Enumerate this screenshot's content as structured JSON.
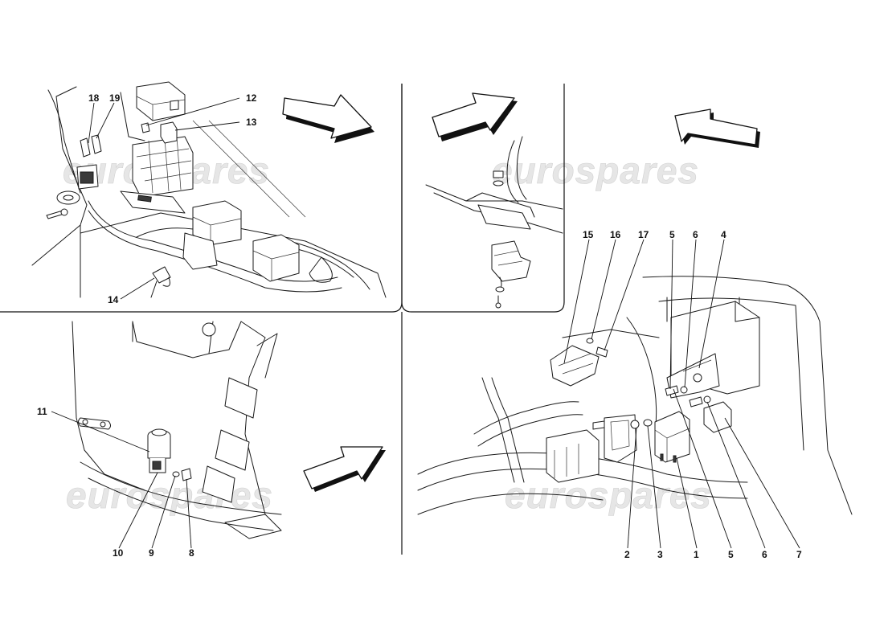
{
  "watermark": {
    "text": "eurospares"
  },
  "callouts": {
    "top_left": [
      "18",
      "19",
      "12",
      "13",
      "14"
    ],
    "bottom_left": [
      "11",
      "10",
      "9",
      "8"
    ],
    "right_top": [
      "15",
      "16",
      "17",
      "5",
      "6",
      "4"
    ],
    "right_bottom": [
      "2",
      "3",
      "1",
      "5",
      "6",
      "7"
    ]
  },
  "arrows": [
    "direction-arrow",
    "direction-arrow",
    "direction-arrow",
    "direction-arrow"
  ]
}
